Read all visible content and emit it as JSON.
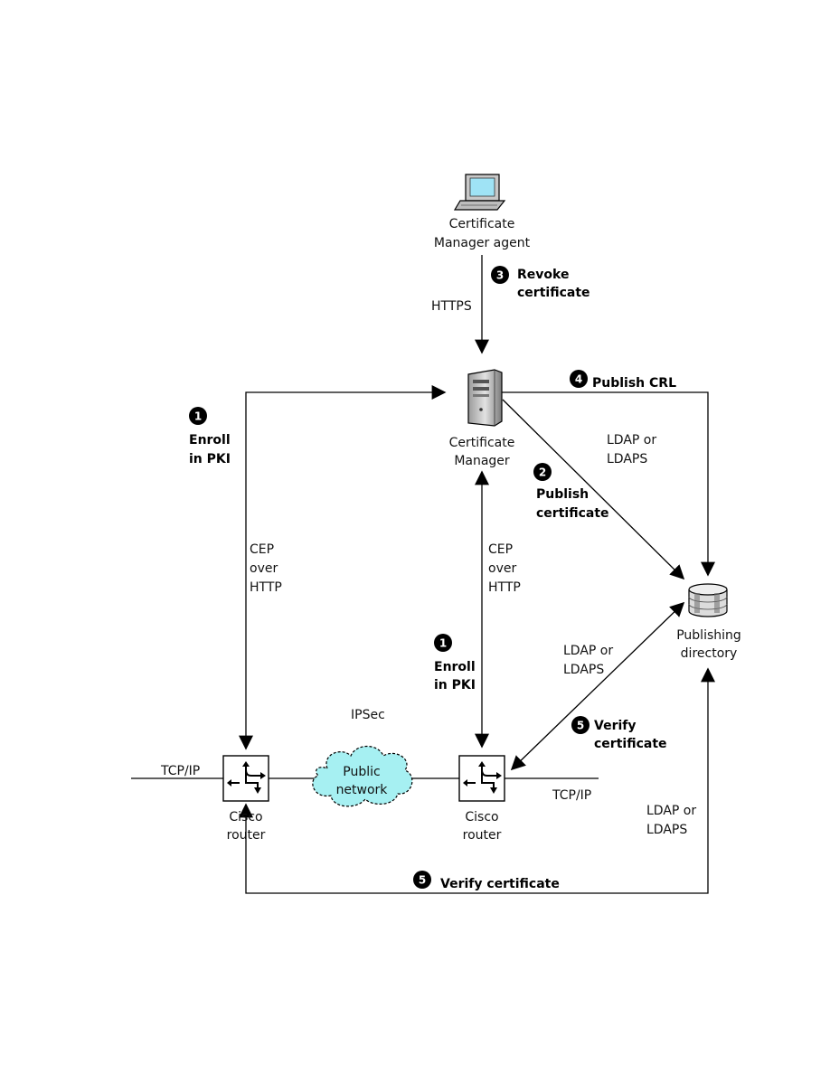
{
  "nodes": {
    "agent": [
      "Certificate",
      "Manager agent"
    ],
    "manager": [
      "Certificate",
      "Manager"
    ],
    "directory": [
      "Publishing",
      "directory"
    ],
    "router_left": [
      "Cisco",
      "router"
    ],
    "router_right": [
      "Cisco",
      "router"
    ],
    "cloud": [
      "Public",
      "network"
    ]
  },
  "connections": {
    "https": "HTTPS",
    "cep_left": [
      "CEP",
      "over",
      "HTTP"
    ],
    "cep_right": [
      "CEP",
      "over",
      "HTTP"
    ],
    "ldap_manager": [
      "LDAP or",
      "LDAPS"
    ],
    "ldap_router": [
      "LDAP or",
      "LDAPS"
    ],
    "ldap_bottom": [
      "LDAP or",
      "LDAPS"
    ],
    "ipsec": "IPSec",
    "tcpip_left": "TCP/IP",
    "tcpip_right": "TCP/IP"
  },
  "steps": {
    "enroll_left": {
      "num": "1",
      "lines": [
        "Enroll",
        "in PKI"
      ]
    },
    "enroll_right": {
      "num": "1",
      "lines": [
        "Enroll",
        "in PKI"
      ]
    },
    "publish_cert": {
      "num": "2",
      "lines": [
        "Publish",
        "certificate"
      ]
    },
    "revoke": {
      "num": "3",
      "lines": [
        "Revoke",
        "certificate"
      ]
    },
    "publish_crl": {
      "num": "4",
      "lines": [
        "Publish CRL"
      ]
    },
    "verify_right": {
      "num": "5",
      "lines": [
        "Verify",
        "certificate"
      ]
    },
    "verify_bottom": {
      "num": "5",
      "lines": [
        "Verify certificate"
      ]
    }
  }
}
